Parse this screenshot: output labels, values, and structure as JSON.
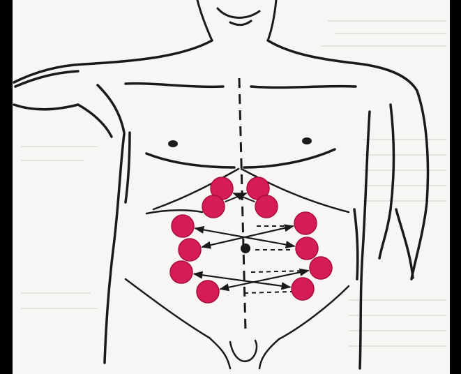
{
  "figure": {
    "colors": {
      "background_frame": "#000000",
      "paper": "#f7f6f4",
      "ink": "#1a1a1a",
      "marker": "#d61c55",
      "marker_edge": "#a80f3b"
    },
    "midline": {
      "style": "dashed",
      "from": "sternum",
      "to": "pubis"
    },
    "markers": [
      {
        "id": 1,
        "side": "left",
        "region": "upper"
      },
      {
        "id": 2,
        "side": "right",
        "region": "upper"
      },
      {
        "id": 3,
        "side": "left",
        "region": "upper"
      },
      {
        "id": 4,
        "side": "right",
        "region": "upper"
      },
      {
        "id": 5,
        "side": "left",
        "region": "middle"
      },
      {
        "id": 6,
        "side": "right",
        "region": "middle"
      },
      {
        "id": 7,
        "side": "left",
        "region": "middle"
      },
      {
        "id": 8,
        "side": "right",
        "region": "middle"
      },
      {
        "id": 9,
        "side": "left",
        "region": "lower"
      },
      {
        "id": 10,
        "side": "right",
        "region": "lower"
      },
      {
        "id": 11,
        "side": "left",
        "region": "lower"
      },
      {
        "id": 12,
        "side": "right",
        "region": "lower"
      }
    ],
    "umbilicus": {
      "shown": true
    },
    "arrows": {
      "style": "solid-with-head",
      "pattern": "alternating-crossing"
    }
  }
}
